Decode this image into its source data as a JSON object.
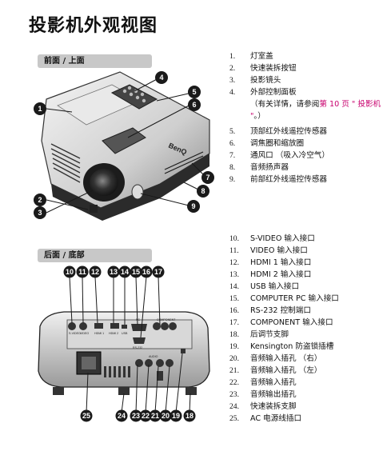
{
  "title": "投影机外观视图",
  "section_front": "前面 / 上面",
  "section_rear": "后面 / 底部",
  "front_items": [
    {
      "num": "1.",
      "text": "灯室盖"
    },
    {
      "num": "2.",
      "text": "快速装拆按钮"
    },
    {
      "num": "3.",
      "text": "投影镜头"
    },
    {
      "num": "4.",
      "text": "外部控制面板"
    },
    {
      "num": "5.",
      "text": "顶部红外线遥控传感器"
    },
    {
      "num": "6.",
      "text": "调焦圈和缩放圈"
    },
    {
      "num": "7.",
      "text": "通风口 （吸入冷空气）"
    },
    {
      "num": "8.",
      "text": "音频扬声器"
    },
    {
      "num": "9.",
      "text": "前部红外线遥控传感器"
    }
  ],
  "item4_note_prefix": "（有关详情，请参阅",
  "item4_note_link": "第 10 页 \" 投影机 \"",
  "item4_note_suffix": "。）",
  "rear_items": [
    {
      "num": "10.",
      "text": "S-VIDEO 输入接口"
    },
    {
      "num": "11.",
      "text": "VIDEO 输入接口"
    },
    {
      "num": "12.",
      "text": "HDMI 1 输入接口"
    },
    {
      "num": "13.",
      "text": "HDMI 2 输入接口"
    },
    {
      "num": "14.",
      "text": "USB 输入接口"
    },
    {
      "num": "15.",
      "text": "COMPUTER PC 输入接口"
    },
    {
      "num": "16.",
      "text": "RS-232 控制端口"
    },
    {
      "num": "17.",
      "text": "COMPONENT 输入接口"
    },
    {
      "num": "18.",
      "text": "后调节支脚"
    },
    {
      "num": "19.",
      "text": "Kensington 防盗锁插槽"
    },
    {
      "num": "20.",
      "text": "音频输入插孔 （右）"
    },
    {
      "num": "21.",
      "text": "音频输入插孔 （左）"
    },
    {
      "num": "22.",
      "text": "音频输入插孔"
    },
    {
      "num": "23.",
      "text": "音频输出插孔"
    },
    {
      "num": "24.",
      "text": "快速装拆支脚"
    },
    {
      "num": "25.",
      "text": "AC 电源线插口"
    }
  ],
  "front_callouts": [
    "1",
    "2",
    "3",
    "4",
    "5",
    "6",
    "7",
    "8",
    "9"
  ],
  "rear_top_callouts": [
    "10",
    "11",
    "12",
    "13",
    "14",
    "15",
    "16",
    "17"
  ],
  "rear_bottom_callouts": [
    "25",
    "24",
    "23",
    "22",
    "21",
    "20",
    "19",
    "18"
  ],
  "brand": "BenQ",
  "port_labels": [
    "S-VIDEO",
    "VIDEO",
    "HDMI 1",
    "HDMI 2",
    "USB",
    "PC",
    "RS-232",
    "COMPONENT",
    "AUDIO"
  ]
}
